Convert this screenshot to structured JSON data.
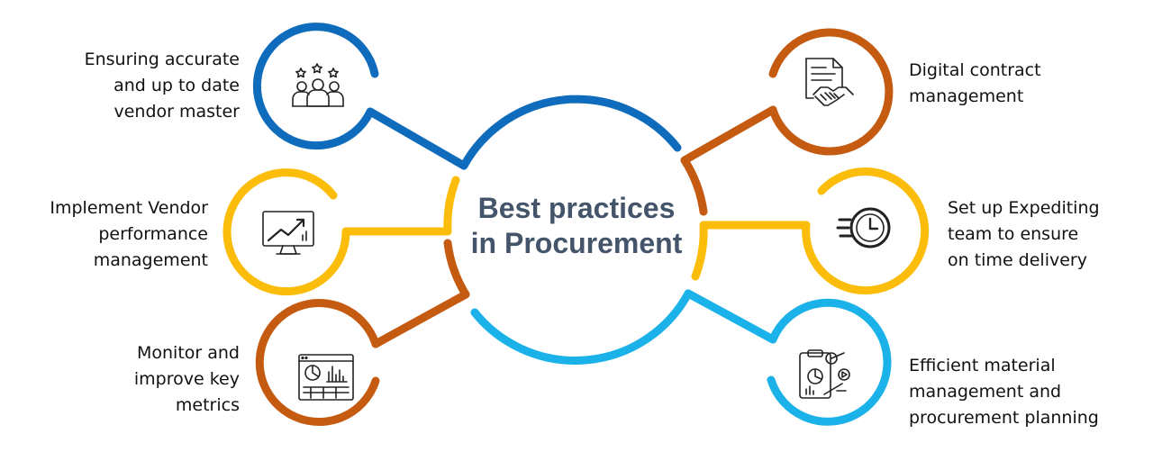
{
  "center": {
    "line1": "Best practices",
    "line2": "in Procurement"
  },
  "colors": {
    "blue_dark": "#0f6cbd",
    "blue_light": "#1ab2e8",
    "yellow": "#fbbd09",
    "orange": "#c55a11",
    "text": "#111111",
    "title": "#44546a"
  },
  "practices": {
    "vendor_master": {
      "text": "Ensuring accurate\nand up to date\nvendor master",
      "icon": "rated-team-icon"
    },
    "vendor_performance": {
      "text": "Implement Vendor\nperformance\nmanagement",
      "icon": "growth-chart-monitor-icon"
    },
    "key_metrics": {
      "text": "Monitor and\nimprove key\nmetrics",
      "icon": "dashboard-icon"
    },
    "digital_contract": {
      "text": "Digital contract\nmanagement",
      "icon": "contract-handshake-icon"
    },
    "expediting": {
      "text": "Set up Expediting\nteam to ensure\non time delivery",
      "icon": "fast-clock-icon"
    },
    "material_planning": {
      "text": "Efficient material\nmanagement and\nprocurement planning",
      "icon": "planning-clipboard-icon"
    }
  }
}
